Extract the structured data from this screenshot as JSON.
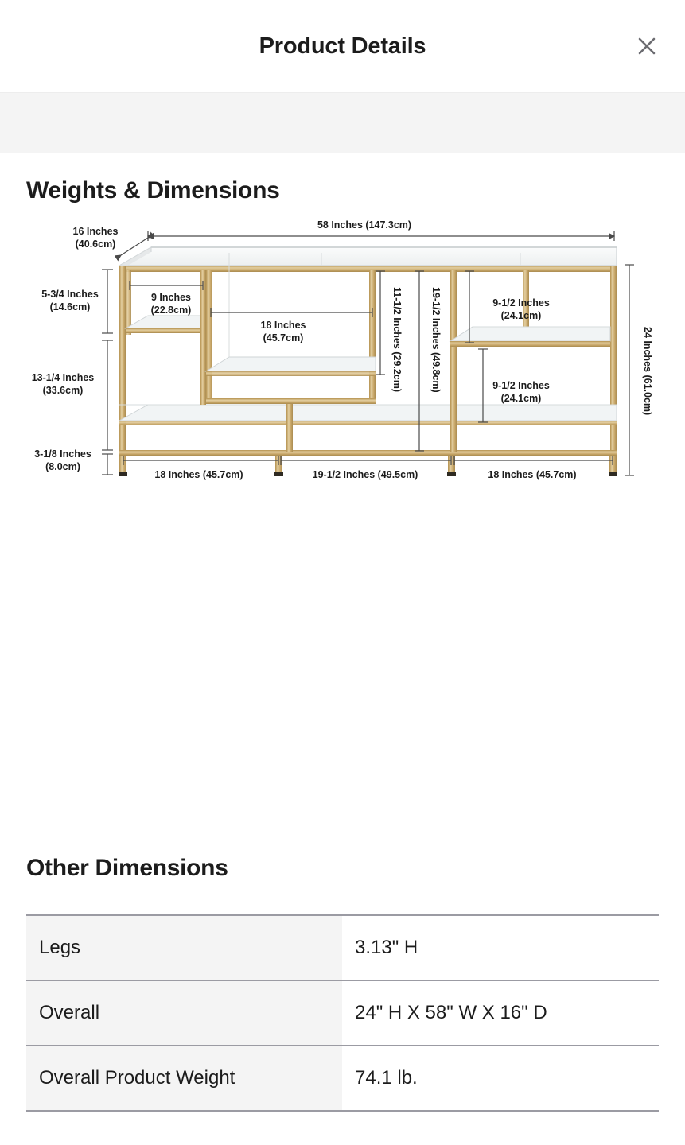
{
  "modal": {
    "title": "Product Details",
    "close_label": "Close",
    "close_icon": "close-icon"
  },
  "sections": {
    "weights_dimensions_heading": "Weights & Dimensions",
    "other_dimensions_heading": "Other Dimensions"
  },
  "diagram": {
    "alt": "Gold frame glass TV stand dimension diagram",
    "frame_color": "#c9a86a",
    "frame_light": "#e0cfa4",
    "glass_color": "#f2f4f5",
    "line_color": "#5a5a5a",
    "text_color": "#1c1c1c",
    "labels": {
      "depth": {
        "line1": "16 Inches",
        "line2": "(40.6cm)"
      },
      "overall_width": "58 Inches (147.3cm)",
      "top_left_height": {
        "line1": "5-3/4 Inches",
        "line2": "(14.6cm)"
      },
      "top_left_shelf_width": {
        "line1": "9 Inches",
        "line2": "(22.8cm)"
      },
      "mid_shelf_width": {
        "line1": "18 Inches",
        "line2": "(45.7cm)"
      },
      "lower_left_height": {
        "line1": "13-1/4 Inches",
        "line2": "(33.6cm)"
      },
      "leg_height": {
        "line1": "3-1/8 Inches",
        "line2": "(8.0cm)"
      },
      "mid_opening_height": "11-1/2 Inches (29.2cm)",
      "tall_opening_height": "19-1/2 Inches (49.8cm)",
      "right_upper_height": {
        "line1": "9-1/2 Inches",
        "line2": "(24.1cm)"
      },
      "right_lower_height": {
        "line1": "9-1/2 Inches",
        "line2": "(24.1cm)"
      },
      "overall_height": "24 Inches (61.0cm)",
      "bottom_left_width": "18 Inches (45.7cm)",
      "bottom_mid_width": "19-1/2 Inches (49.5cm)",
      "bottom_right_width": "18 Inches (45.7cm)"
    }
  },
  "other_dimensions_table": {
    "rows": [
      {
        "key": "Legs",
        "value": "3.13\" H"
      },
      {
        "key": "Overall",
        "value": "24\" H X 58\" W X 16\" D"
      },
      {
        "key": "Overall Product Weight",
        "value": "74.1 lb."
      }
    ]
  }
}
